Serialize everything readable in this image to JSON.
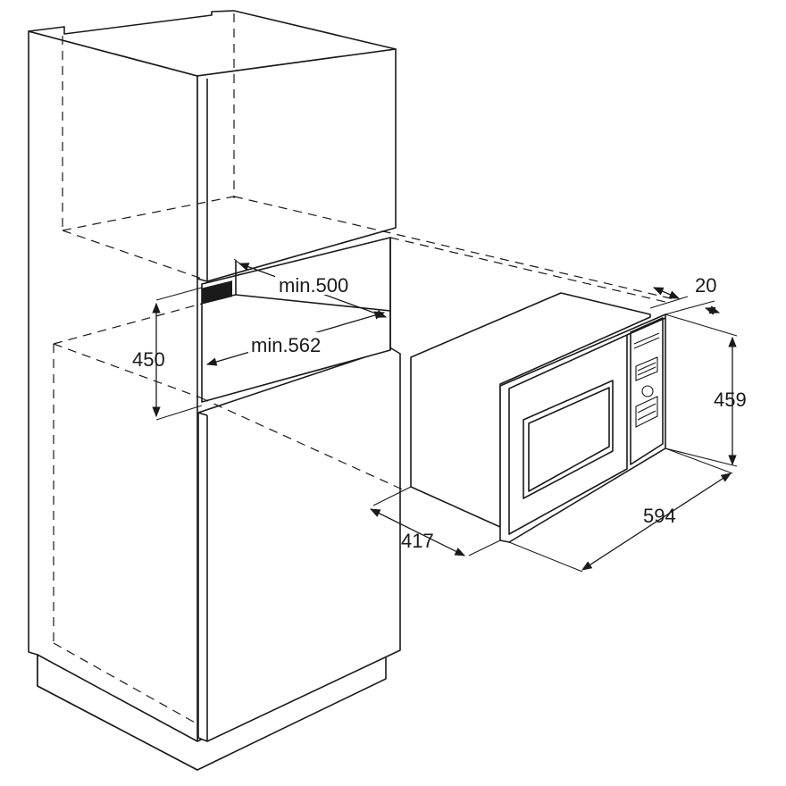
{
  "dimensions": {
    "niche_depth": "min.500",
    "niche_width": "min.562",
    "niche_height": "450",
    "frame_thickness": "20",
    "appliance_height": "459",
    "appliance_width": "594",
    "appliance_depth": "417"
  }
}
